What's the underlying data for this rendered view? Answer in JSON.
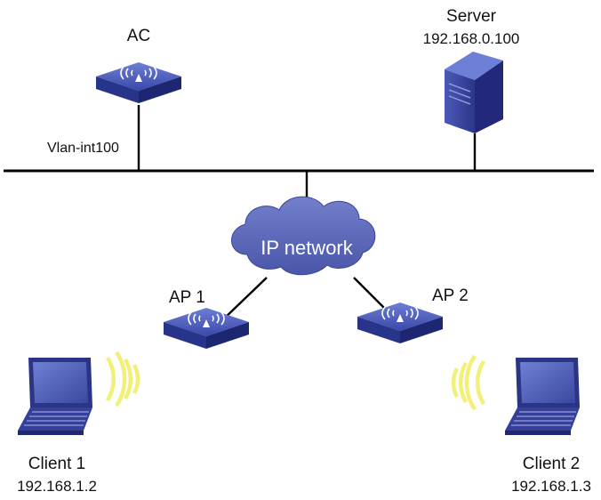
{
  "devices": {
    "ac": {
      "name": "AC",
      "interface": "Vlan-int100",
      "icon": "wireless-controller-icon"
    },
    "server": {
      "name": "Server",
      "ip": "192.168.0.100",
      "icon": "server-tower-icon"
    },
    "network": {
      "name": "IP network",
      "icon": "cloud-icon"
    },
    "ap1": {
      "name": "AP 1",
      "icon": "access-point-icon"
    },
    "ap2": {
      "name": "AP 2",
      "icon": "access-point-icon"
    },
    "client1": {
      "name": "Client 1",
      "ip": "192.168.1.2",
      "icon": "laptop-icon"
    },
    "client2": {
      "name": "Client 2",
      "ip": "192.168.1.3",
      "icon": "laptop-icon"
    }
  },
  "colors": {
    "device_blue": "#3a48a8",
    "cloud_blue": "#5a66b8",
    "wireless_signal": "#f3f07a",
    "link": "#000000"
  }
}
